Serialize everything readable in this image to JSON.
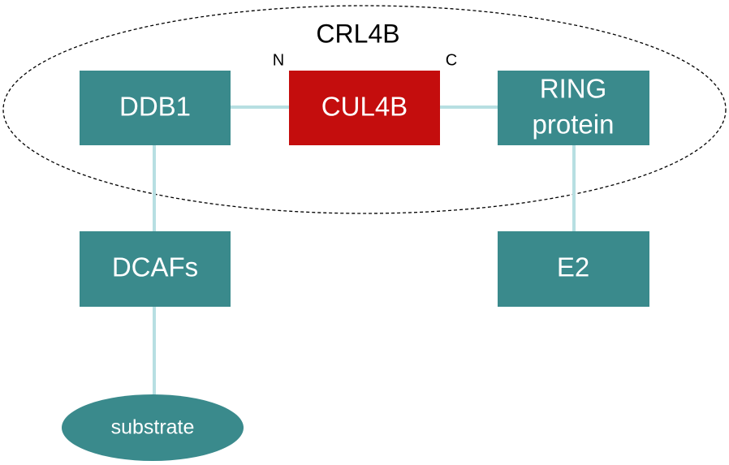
{
  "complex": {
    "title": "CRL4B",
    "n_terminus": "N",
    "c_terminus": "C"
  },
  "nodes": {
    "ddb1": "DDB1",
    "cul4b": "CUL4B",
    "ring_line1": "RING",
    "ring_line2": "protein",
    "dcafs": "DCAFs",
    "e2": "E2",
    "substrate": "substrate"
  },
  "colors": {
    "teal_box": "#3a8a8c",
    "red_box": "#c40d0d",
    "connector": "#b7dfe2",
    "dashed_outline": "#000000"
  }
}
